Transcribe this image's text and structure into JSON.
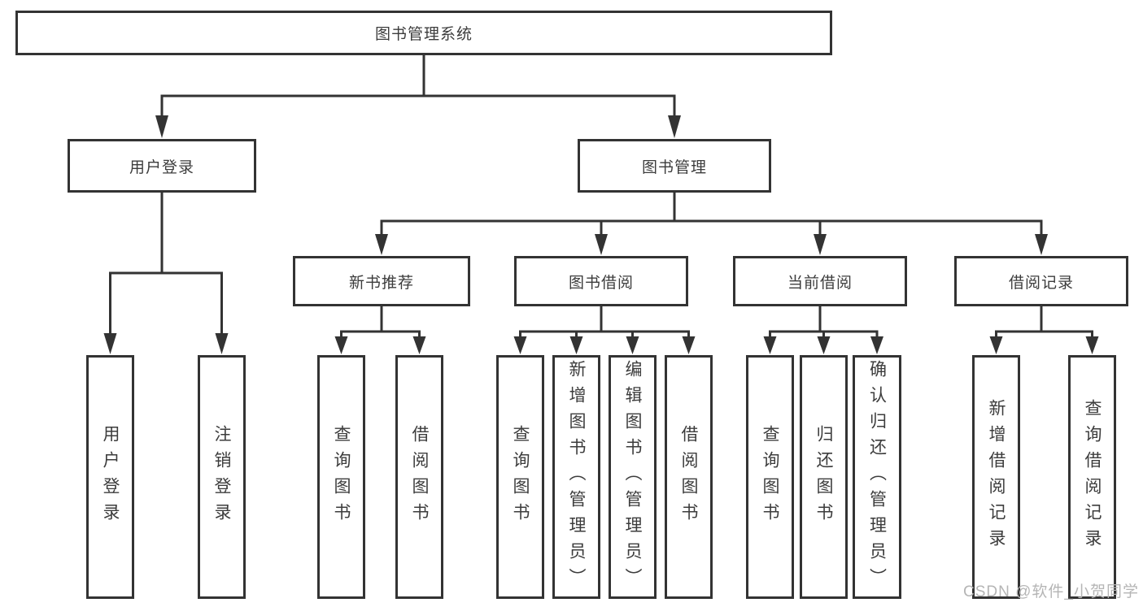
{
  "diagram": {
    "root": {
      "label": "图书管理系统"
    },
    "branches": [
      {
        "label": "用户登录",
        "children": [
          {
            "label": "用户登录"
          },
          {
            "label": "注销登录"
          }
        ]
      },
      {
        "label": "图书管理",
        "children": [
          {
            "label": "新书推荐",
            "children": [
              {
                "label": "查询图书"
              },
              {
                "label": "借阅图书"
              }
            ]
          },
          {
            "label": "图书借阅",
            "children": [
              {
                "label": "查询图书"
              },
              {
                "label": "新增图书（管理员）"
              },
              {
                "label": "编辑图书（管理员）"
              },
              {
                "label": "借阅图书"
              }
            ]
          },
          {
            "label": "当前借阅",
            "children": [
              {
                "label": "查询图书"
              },
              {
                "label": "归还图书"
              },
              {
                "label": "确认归还（管理员）"
              }
            ]
          },
          {
            "label": "借阅记录",
            "children": [
              {
                "label": "新增借阅记录"
              },
              {
                "label": "查询借阅记录"
              }
            ]
          }
        ]
      }
    ]
  },
  "watermark": {
    "text": "CSDN @软件_小贺同学"
  },
  "colors": {
    "line": "#333333",
    "box_border": "#333333",
    "box_fill": "#ffffff",
    "text": "#3c3c3c",
    "watermark": "#b5b5b5",
    "background": "#ffffff"
  }
}
